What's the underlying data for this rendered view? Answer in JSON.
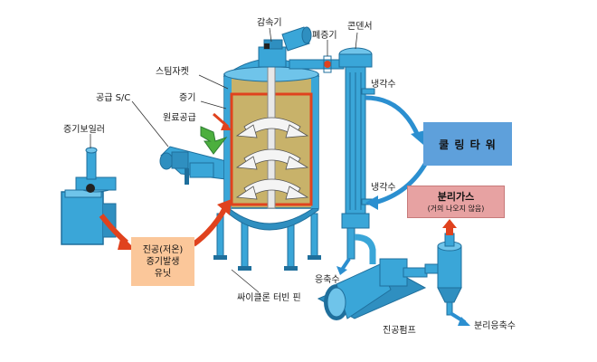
{
  "labels": {
    "reducer": "감속기",
    "vent": "폐증기",
    "condenser": "콘덴서",
    "steam_jacket": "스팀자켓",
    "steam": "증기",
    "supply_sc": "공급 S/C",
    "material_supply": "원료공급",
    "steam_boiler": "증기보일러",
    "coolant_top": "냉각수",
    "coolant_bottom": "냉각수",
    "condensate": "응축수",
    "cyclone_fin": "싸이클론 터빈 핀",
    "vacuum_pump": "진공펌프",
    "separated_condensate": "분리응축수"
  },
  "boxes": {
    "vacuum_unit": {
      "line1": "진공(저온)",
      "line2": "증기발생",
      "line3": "유닛"
    },
    "cooling_tower": "쿨 링 타 워",
    "separated_gas": {
      "title": "분리가스",
      "note": "(거의 나오지 않음)"
    }
  },
  "colors": {
    "equipment_blue": "#3aa6d8",
    "equipment_dark": "#1f6f9c",
    "vessel_gold": "#c8b26a",
    "jacket_red": "#e0421e",
    "arrow_blue": "#2b8fd0",
    "arrow_red": "#e0421e",
    "arrow_green": "#4caf3e",
    "vacuum_box": "#fbc79a",
    "cooling_box": "#5ea0db",
    "separator_box": "#e7a2a2"
  }
}
